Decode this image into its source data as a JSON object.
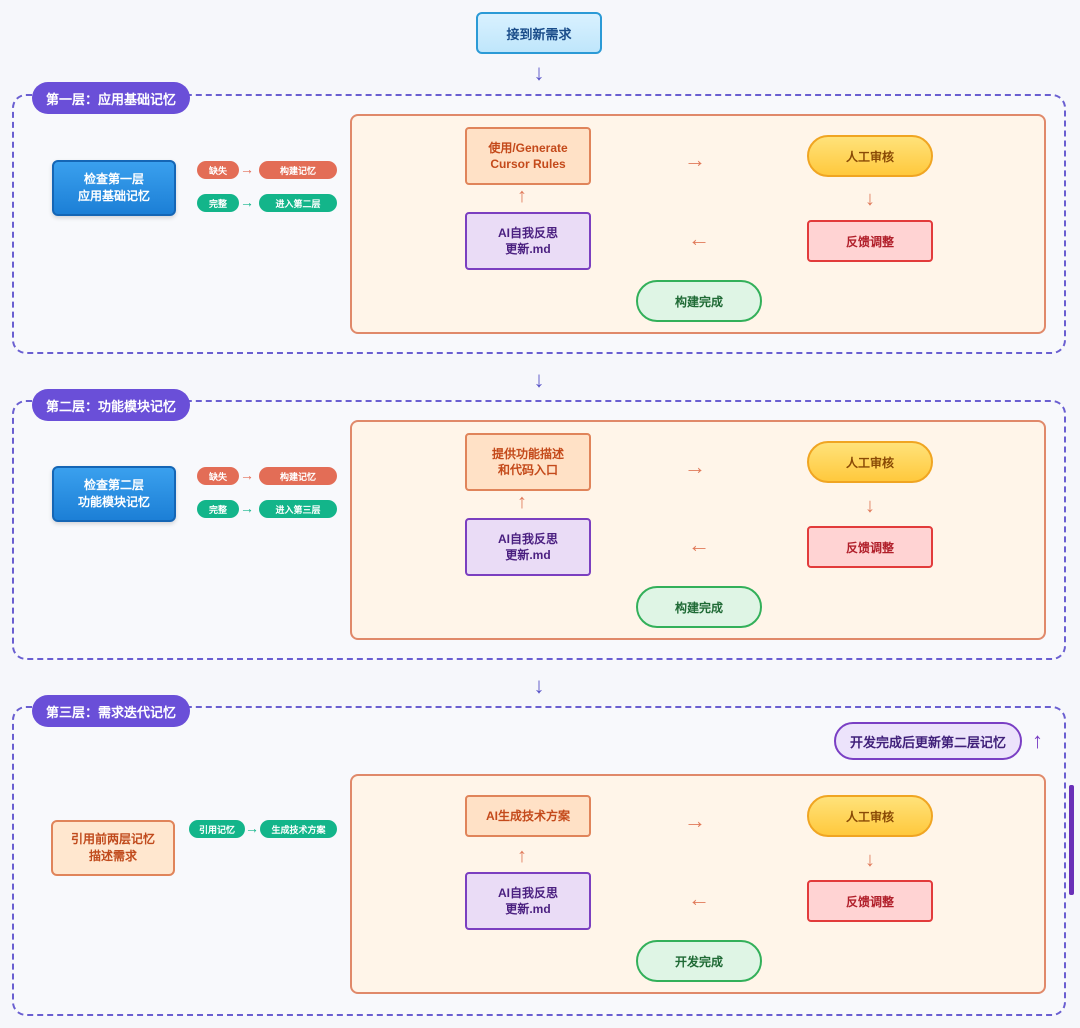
{
  "start": "接到新需求",
  "arrow_down": "↓",
  "layers": [
    {
      "title": "第一层：应用基础记忆",
      "check": [
        "检查第一层",
        "应用基础记忆"
      ],
      "missing": "缺失",
      "missing_target": "构建记忆",
      "complete": "完整",
      "complete_target": "进入第二层",
      "flow": {
        "start": [
          "使用/Generate",
          "Cursor Rules"
        ],
        "review": "人工审核",
        "feedback": "反馈调整",
        "reflect": [
          "AI自我反思",
          "更新.md"
        ],
        "done": "构建完成"
      }
    },
    {
      "title": "第二层：功能模块记忆",
      "check": [
        "检查第二层",
        "功能模块记忆"
      ],
      "missing": "缺失",
      "missing_target": "构建记忆",
      "complete": "完整",
      "complete_target": "进入第三层",
      "flow": {
        "start": [
          "提供功能描述",
          "和代码入口"
        ],
        "review": "人工审核",
        "feedback": "反馈调整",
        "reflect": [
          "AI自我反思",
          "更新.md"
        ],
        "done": "构建完成"
      }
    },
    {
      "title": "第三层：需求迭代记忆",
      "check": [
        "引用前两层记忆",
        "描述需求"
      ],
      "ref": "引用记忆",
      "ref_target": "生成技术方案",
      "update_note": "开发完成后更新第二层记忆",
      "flow": {
        "start": [
          "AI生成技术方案"
        ],
        "review": "人工审核",
        "feedback": "反馈调整",
        "reflect": [
          "AI自我反思",
          "更新.md"
        ],
        "done": "开发完成"
      }
    }
  ],
  "colors": {
    "layer_border": "#6a5fd1",
    "layer_title_bg": "#6a4fd8",
    "check_blue": "#1c7fd6",
    "pill_red": "#e36d56",
    "pill_green": "#13b58a",
    "flow_box_bg": "#fff5e9"
  }
}
